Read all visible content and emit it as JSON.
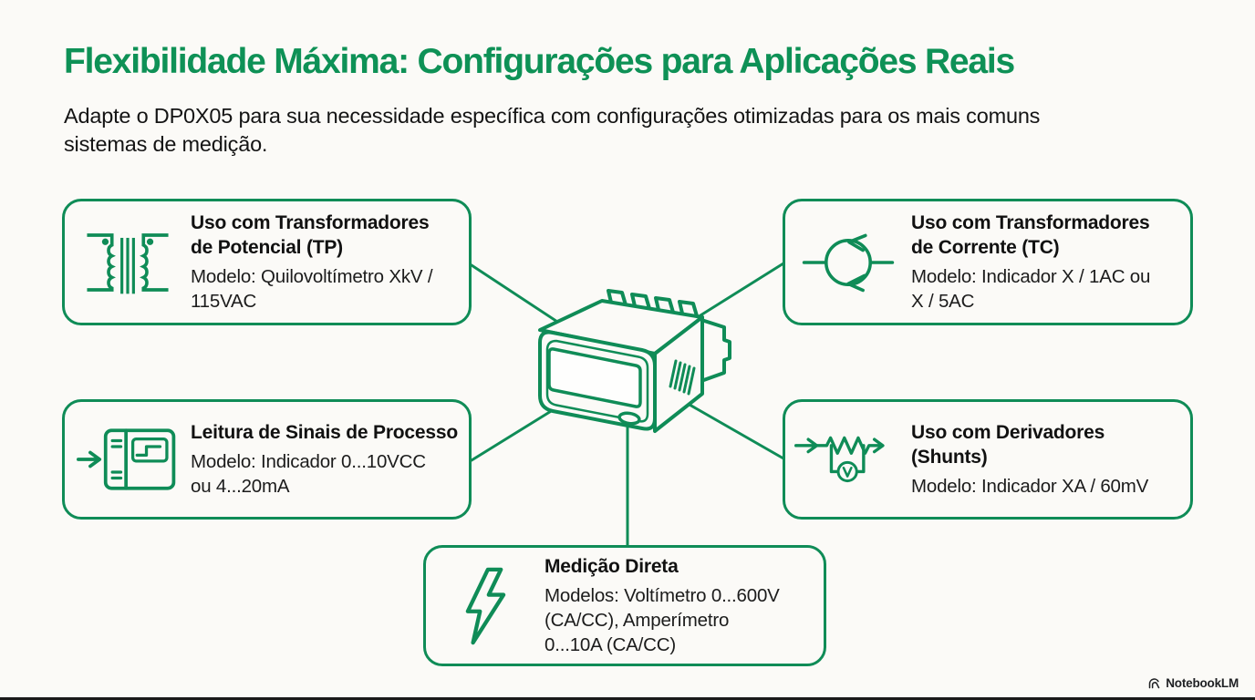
{
  "header": {
    "title": "Flexibilidade Máxima: Configurações para Aplicações Reais",
    "subtitle": "Adapte o DP0X05 para sua necessidade específica com configurações otimizadas para os mais comuns\nsistemas de medição."
  },
  "cards": [
    {
      "id": "tp",
      "icon": "potential-transformer-icon",
      "title": "Uso com Transformadores\nde Potencial (TP)",
      "body": "Modelo: Quilovoltímetro XkV /\n115VAC"
    },
    {
      "id": "tc",
      "icon": "current-transformer-icon",
      "title": "Uso com Transformadores\nde Corrente (TC)",
      "body": "Modelo: Indicador X / 1AC ou\nX / 5AC"
    },
    {
      "id": "process",
      "icon": "process-signal-icon",
      "title": "Leitura de Sinais de Processo",
      "body": "Modelo: Indicador 0...10VCC\nou 4...20mA"
    },
    {
      "id": "shunt",
      "icon": "shunt-resistor-icon",
      "title": "Uso com Derivadores\n(Shunts)",
      "body": "Modelo: Indicador XA / 60mV"
    },
    {
      "id": "direct",
      "icon": "lightning-bolt-icon",
      "title": "Medição Direta",
      "body": "Modelos: Voltímetro 0...600V\n(CA/CC), Amperímetro\n0...10A (CA/CC)"
    }
  ],
  "center_device": "panel-meter-illustration",
  "watermark": {
    "label": "NotebookLM"
  },
  "colors": {
    "accent_green": "#0F8C57",
    "title_green": "#0E9156",
    "text_dark": "#161616",
    "background": "#FBFAF7"
  }
}
